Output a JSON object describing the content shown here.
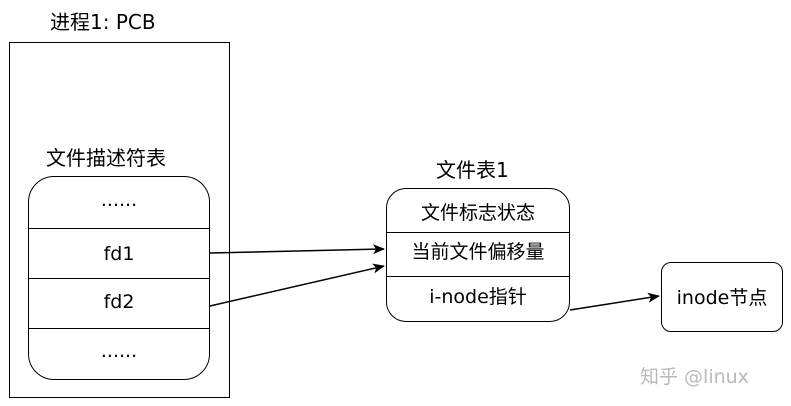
{
  "process": {
    "title": "进程1: PCB"
  },
  "fd_table": {
    "title": "文件描述符表",
    "rows": [
      "......",
      "fd1",
      "fd2",
      "......"
    ]
  },
  "file_table": {
    "title": "文件表1",
    "rows": [
      "文件标志状态",
      "当前文件偏移量",
      "i-node指针"
    ]
  },
  "inode": {
    "label": "inode节点"
  },
  "watermark": {
    "text": "知乎 @linux"
  },
  "colors": {
    "stroke": "#000000",
    "background": "#ffffff",
    "watermark": "#b9b9b9"
  }
}
